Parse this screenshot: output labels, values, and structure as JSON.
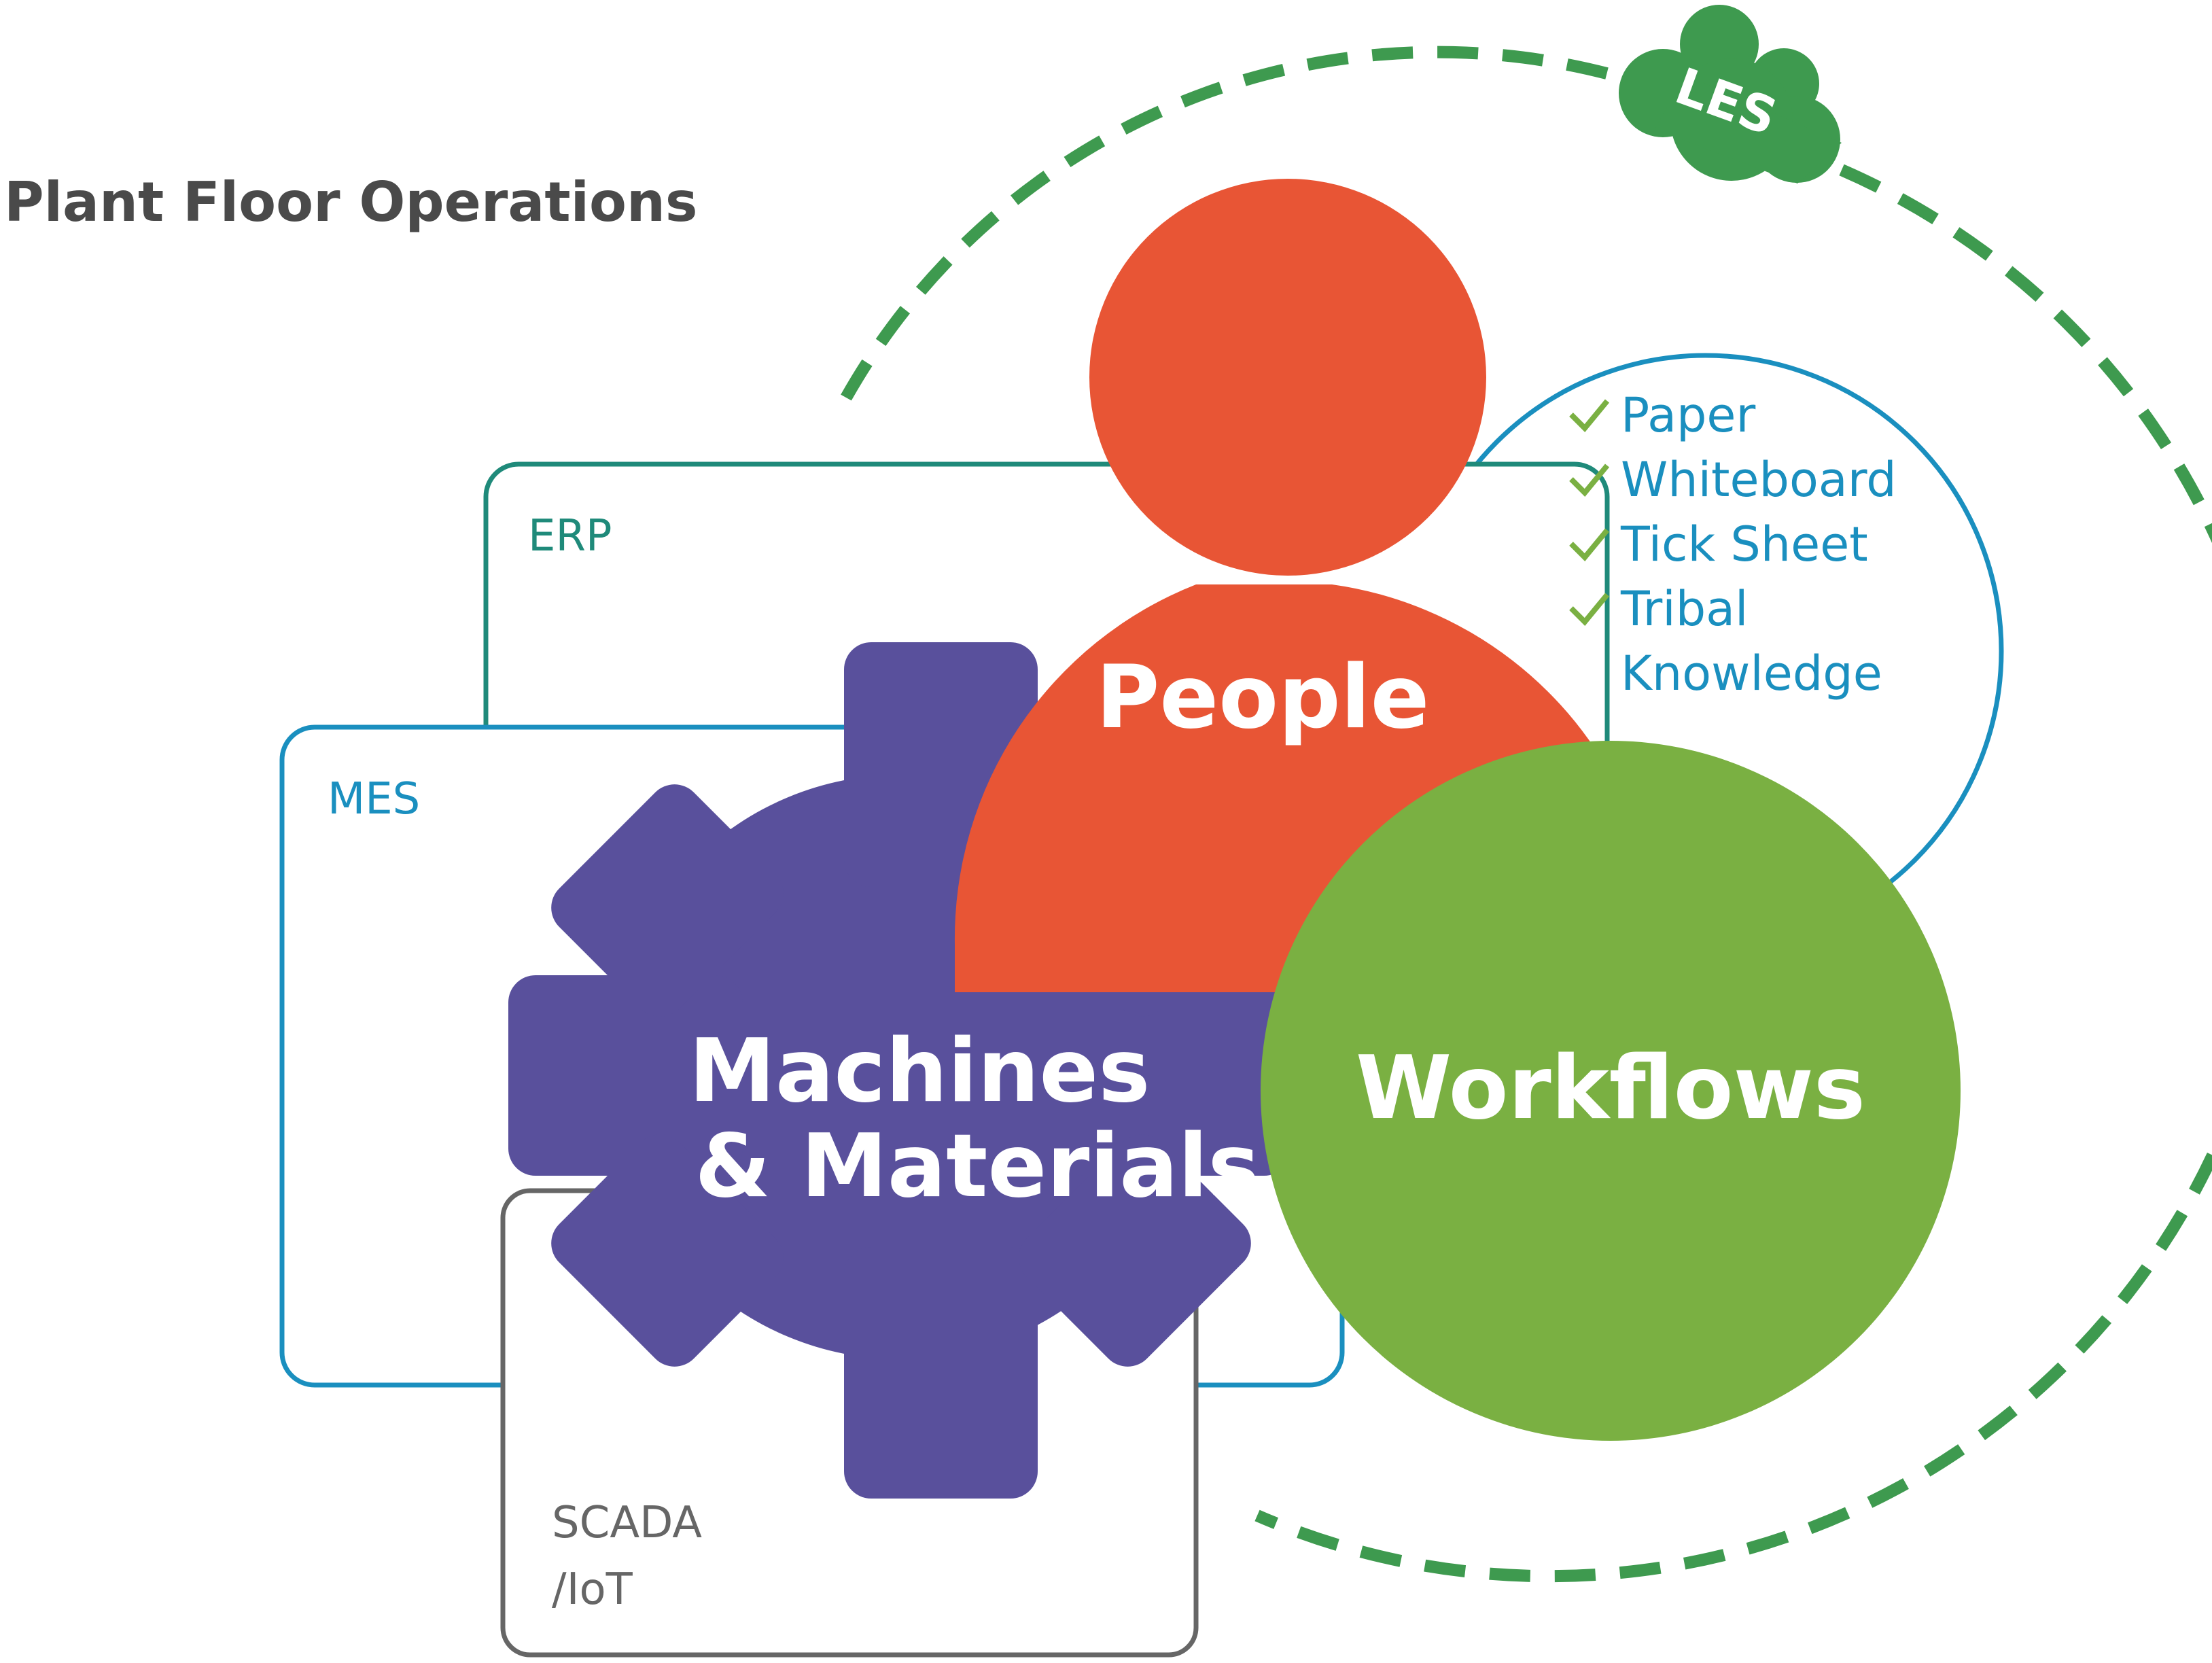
{
  "title": "Plant Floor Operations",
  "cloud_label": "LES",
  "boxes": {
    "erp": "ERP",
    "mes": "MES",
    "scada_line1": "SCADA",
    "scada_line2": "/IoT"
  },
  "people_label": "People",
  "machines_line1": "Machines",
  "machines_line2": "& Materials",
  "workflows_label": "Workflows",
  "checklist": [
    "Paper",
    "Whiteboard",
    "Tick Sheet",
    "Tribal",
    "Knowledge"
  ],
  "checks_on": [
    true,
    true,
    true,
    true,
    false
  ],
  "colors": {
    "title": "#4a4a4a",
    "erp": "#1f8a7a",
    "mes": "#1a8fbf",
    "scada": "#666666",
    "people": "#e85535",
    "machines": "#59509c",
    "workflows": "#7ab042",
    "les": "#3e9a4f",
    "checklist_text": "#1a8fbf",
    "check_mark": "#7ab042"
  }
}
